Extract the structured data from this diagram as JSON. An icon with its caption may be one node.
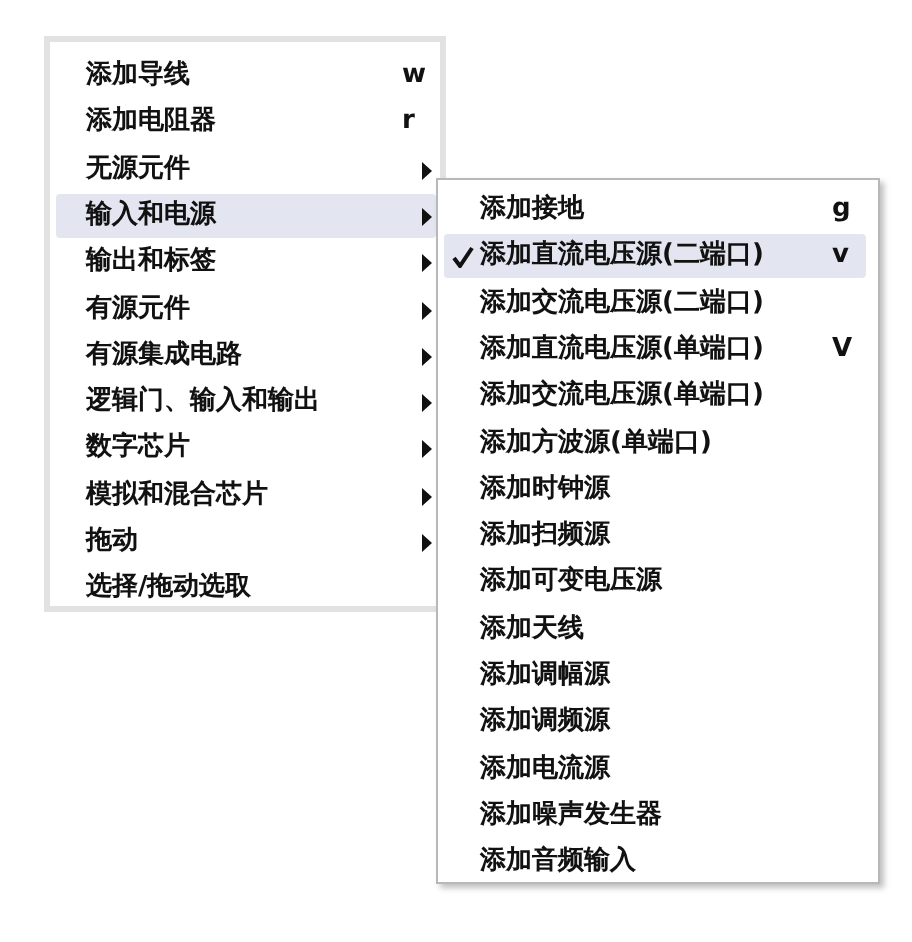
{
  "diagram": {
    "labels": [
      "添加导线",
      "w",
      "添加电阻器",
      "r",
      "无源元件",
      "输入和电源",
      "输出和标签",
      "有源元件",
      "有源集成电路",
      "逻辑门、输入和输出",
      "数字芯片",
      "模拟和混合芯片",
      "拖动",
      "选择/拖动选取",
      "添加接地",
      "g",
      "添加直流电压源(二端口)",
      "v",
      "添加交流电压源(二端口)",
      "添加直流电压源(单端口)",
      "V",
      "添加交流电压源(单端口)",
      "添加方波源(单端口)",
      "添加时钟源",
      "添加扫频源",
      "添加可变电压源",
      "添加天线",
      "添加调幅源",
      "添加调频源",
      "添加电流源",
      "添加噪声发生器",
      "添加音频输入"
    ]
  }
}
